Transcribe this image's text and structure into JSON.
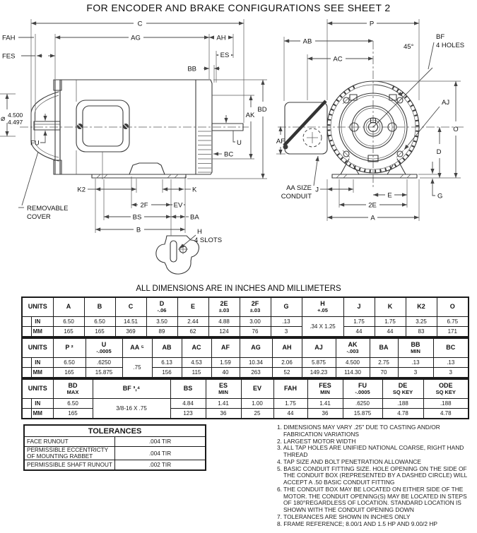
{
  "title": "FOR ENCODER AND BRAKE CONFIGURATIONS SEE SHEET 2",
  "units_note": "ALL DIMENSIONS ARE IN INCHES AND MILLIMETERS",
  "drawing": {
    "side": {
      "c": "C",
      "fah": "FAH",
      "ag": "AG",
      "ah": "AH",
      "fes": "FES",
      "es": "ES",
      "bb": "BB",
      "dia_sym": "⌀",
      "dia1": "4.500",
      "dia2": "4.497",
      "fu": "FU",
      "bd": "BD",
      "ak": "AK",
      "u": "U",
      "bc": "BC",
      "k2": "K2",
      "k": "K",
      "f2": "2F",
      "ev": "EV",
      "bs": "BS",
      "ba": "BA",
      "b": "B",
      "h": "H",
      "h2": "4 SLOTS",
      "rc1": "REMOVABLE",
      "rc2": "COVER"
    },
    "front": {
      "p": "P",
      "ab": "AB",
      "ac": "AC",
      "angle": "45°",
      "bf": "BF",
      "bf2": "4 HOLES",
      "aj": "AJ",
      "af": "AF",
      "o": "O",
      "d": "D",
      "g": "G",
      "j": "J",
      "e": "E",
      "e2": "2E",
      "a": "A",
      "aa1": "AA SIZE",
      "aa2": "CONDUIT"
    }
  },
  "t1": {
    "h": [
      [
        "UNITS",
        ""
      ],
      [
        "A",
        ""
      ],
      [
        "B",
        ""
      ],
      [
        "C",
        ""
      ],
      [
        "D",
        "-.06"
      ],
      [
        "E",
        ""
      ],
      [
        "2E",
        "±.03"
      ],
      [
        "2F",
        "±.03"
      ],
      [
        "G",
        ""
      ],
      [
        "H",
        "+.05"
      ],
      [
        "J",
        ""
      ],
      [
        "K",
        ""
      ],
      [
        "K2",
        ""
      ],
      [
        "O",
        ""
      ]
    ],
    "in": [
      "IN",
      "6.50",
      "6.50",
      "14.51",
      "3.50",
      "2.44",
      "4.88",
      "3.00",
      ".13",
      ".34 X 1.25",
      "1.75",
      "1.75",
      "3.25",
      "6.75"
    ],
    "mm": [
      "MM",
      "165",
      "165",
      "369",
      "89",
      "62",
      "124",
      "76",
      "3",
      "44",
      "44",
      "83",
      "171"
    ]
  },
  "t2": {
    "h": [
      [
        "UNITS",
        ""
      ],
      [
        "P ²",
        ""
      ],
      [
        "U",
        "-.0005"
      ],
      [
        "AA ⁵",
        ""
      ],
      [
        "AB",
        ""
      ],
      [
        "AC",
        ""
      ],
      [
        "AF",
        ""
      ],
      [
        "AG",
        ""
      ],
      [
        "AH",
        ""
      ],
      [
        "AJ",
        ""
      ],
      [
        "AK",
        "-.003"
      ],
      [
        "BA",
        ""
      ],
      [
        "BB",
        "MIN"
      ],
      [
        "BC",
        ""
      ]
    ],
    "in": [
      "IN",
      "6.50",
      ".6250",
      ".75",
      "6.13",
      "4.53",
      "1.59",
      "10.34",
      "2.06",
      "5.875",
      "4.500",
      "2.75",
      ".13",
      ".13"
    ],
    "mm": [
      "MM",
      "165",
      "15.875",
      "156",
      "115",
      "40",
      "263",
      "52",
      "149.23",
      "114.30",
      "70",
      "3",
      "3"
    ]
  },
  "t3": {
    "h": [
      [
        "UNITS",
        ""
      ],
      [
        "BD",
        "MAX"
      ],
      [
        "BF ³,⁴",
        ""
      ],
      [
        "BS",
        ""
      ],
      [
        "ES",
        "MIN"
      ],
      [
        "EV",
        ""
      ],
      [
        "FAH",
        ""
      ],
      [
        "FES",
        "MIN"
      ],
      [
        "FU",
        "-.0005"
      ],
      [
        "DE",
        "SQ KEY"
      ],
      [
        "ODE",
        "SQ KEY"
      ]
    ],
    "in": [
      "IN",
      "6.50",
      "3/8-16 X .75",
      "4.84",
      "1.41",
      "1.00",
      "1.75",
      "1.41",
      ".6250",
      ".188",
      ".188"
    ],
    "mm": [
      "MM",
      "165",
      "123",
      "36",
      "25",
      "44",
      "36",
      "15.875",
      "4.78",
      "4.78"
    ]
  },
  "tolerances": {
    "title": "TOLERANCES",
    "rows": [
      [
        "FACE RUNOUT",
        ".004 TIR"
      ],
      [
        "PERMISSIBLE ECCENTRICTY OF MOUNTING RABBET",
        ".004 TIR"
      ],
      [
        "PERMISSIBLE SHAFT RUNOUT",
        ".002 TIR"
      ]
    ]
  },
  "notes": [
    "1. DIMENSIONS MAY VARY .25\" DUE TO CASTING AND/OR FABRICATION VARIATIONS",
    "2. LARGEST MOTOR WIDTH",
    "3. ALL TAP HOLES ARE UNIFIED NATIONAL COARSE, RIGHT HAND THREAD",
    "4. TAP SIZE AND BOLT PENETRATION ALLOWANCE",
    "5. BASIC CONDUIT FITTING SIZE.  HOLE OPENING ON THE SIDE OF THE CONDUIT BOX (REPRESENTED BY A DASHED CIRCLE) WILL ACCEPT A .50 BASIC CONDUIT FITTING",
    "6. THE CONDUIT BOX MAY BE LOCATED ON EITHER SIDE OF THE MOTOR.  THE CONDUIT OPENING(S) MAY BE LOCATED IN STEPS OF 180°REGARDLESS OF LOCATION.  STANDARD LOCATION IS SHOWN WITH THE CONDUIT OPENING DOWN",
    "7. TOLERANCES ARE SHOWN IN INCHES ONLY",
    "8. FRAME REFERENCE; 8.00/1 AND 1.5 HP AND 9.00/2 HP"
  ]
}
